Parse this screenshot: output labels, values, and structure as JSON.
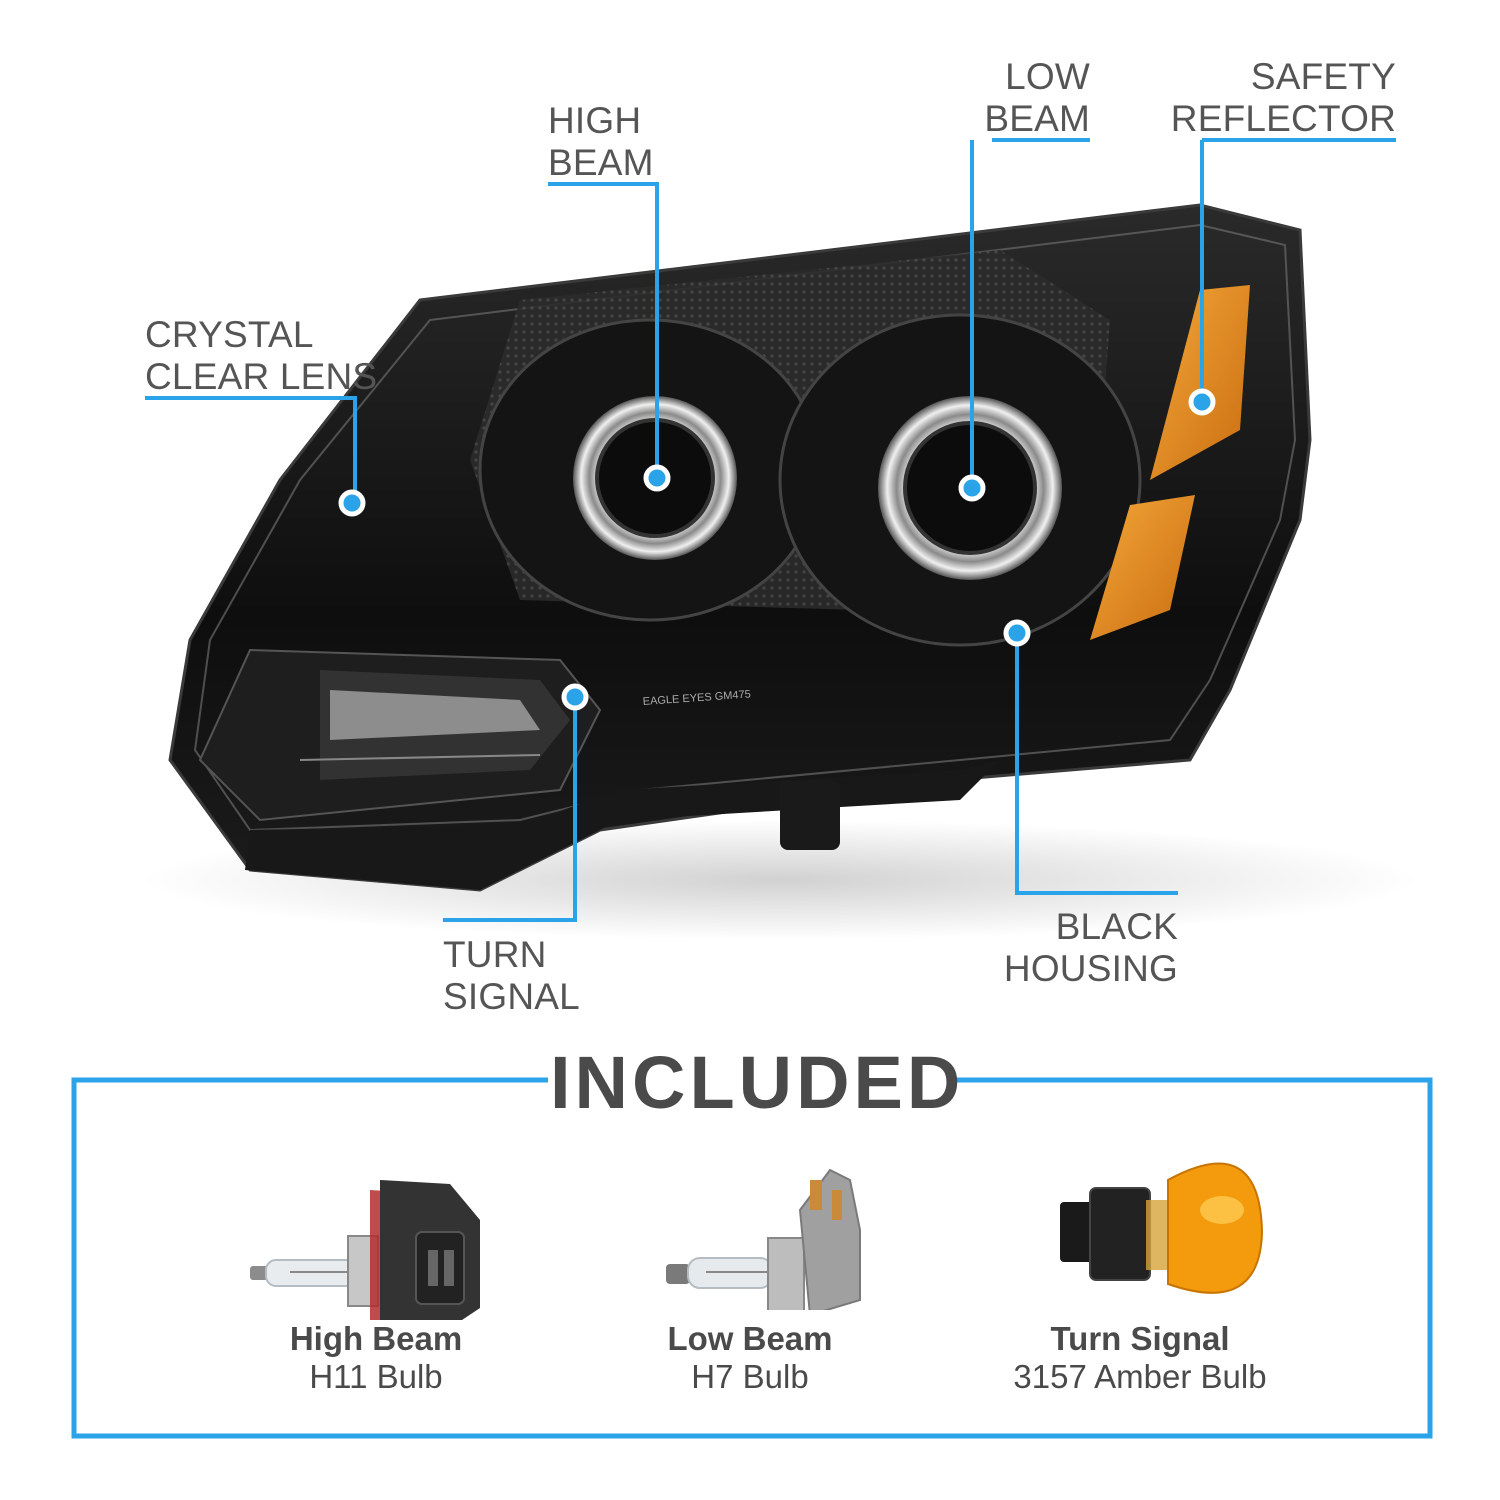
{
  "callouts": {
    "high_beam": "HIGH\nBEAM",
    "low_beam": "LOW\nBEAM",
    "safety_reflector": "SAFETY\nREFLECTOR",
    "crystal_clear_lens": "CRYSTAL\nCLEAR LENS",
    "turn_signal": "TURN\nSIGNAL",
    "black_housing": "BLACK\nHOUSING"
  },
  "lens_marking": "EAGLE EYES GM475",
  "included": {
    "title": "INCLUDED",
    "items": [
      {
        "name": "High Beam",
        "bulb": "H11 Bulb",
        "icon": "h11-bulb-icon"
      },
      {
        "name": "Low Beam",
        "bulb": "H7 Bulb",
        "icon": "h7-bulb-icon"
      },
      {
        "name": "Turn Signal",
        "bulb": "3157 Amber Bulb",
        "icon": "3157-amber-bulb-icon"
      }
    ]
  },
  "colors": {
    "accent": "#2aa3e8",
    "text": "#555555",
    "amber": "#e8901a",
    "housing": "#111111"
  }
}
